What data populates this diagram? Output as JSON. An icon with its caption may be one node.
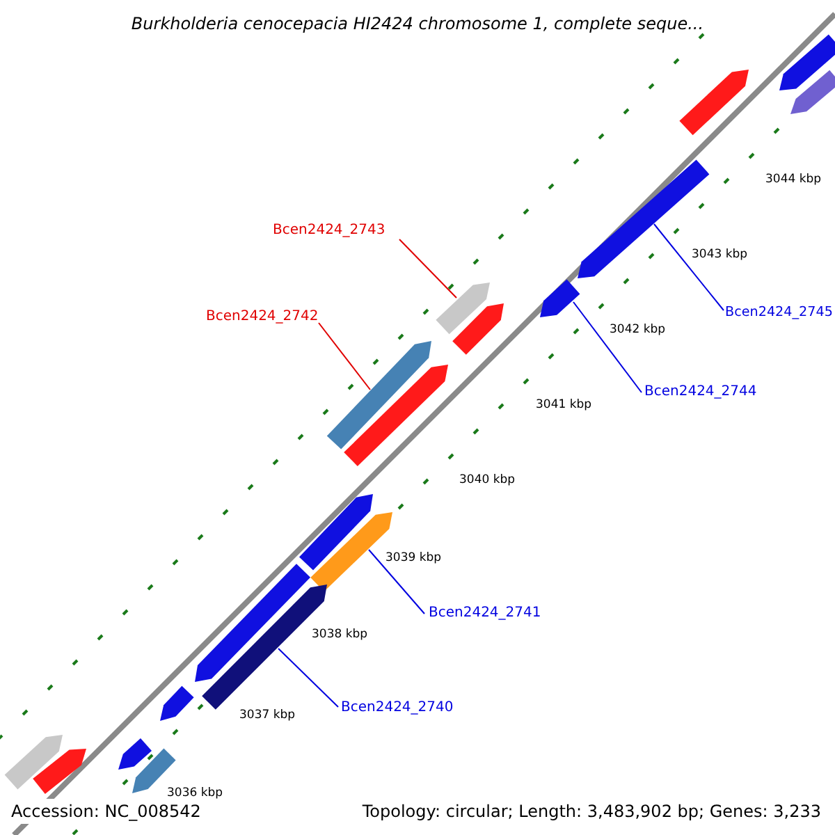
{
  "diagram": {
    "title": "Burkholderia cenocepacia HI2424 chromosome 1, complete seque...",
    "nodes": [
      {
        "text": [
          "Bcen2424_2743"
        ]
      },
      {
        "text": [],
        "shape": "bar"
      },
      {
        "text": [
          "Bcen2424_2742"
        ]
      },
      {
        "text": [],
        "shape": "bar"
      },
      {
        "text": [
          "Bcen2424_2745"
        ]
      },
      {
        "text": [],
        "shape": "bar"
      },
      {
        "text": [
          "Bcen2424_2744"
        ]
      },
      {
        "text": [],
        "shape": "bar"
      },
      {
        "text": [
          "Bcen2424_2741"
        ]
      },
      {
        "text": [],
        "shape": "bar"
      },
      {
        "text": [
          "Bcen2424_2740"
        ]
      },
      {
        "text": [],
        "shape": "bar"
      },
      {
        "text": [],
        "shape": "bar"
      },
      {
        "text": [],
        "shape": "bar"
      },
      {
        "text": [],
        "shape": "bar"
      },
      {
        "text": [],
        "shape": "bar"
      },
      {
        "text": [],
        "shape": "bar"
      },
      {
        "text": [],
        "shape": "bar"
      },
      {
        "text": [],
        "shape": "bar"
      },
      {
        "text": [],
        "shape": "bar"
      },
      {
        "text": [],
        "shape": "bar"
      },
      {
        "text": [],
        "shape": "bar"
      },
      {
        "text": [],
        "shape": "bar"
      },
      {
        "text": [],
        "shape": "bar"
      }
    ],
    "edges": [
      {
        "from": 0,
        "to": 1,
        "arrow": "none",
        "color": "#e00000"
      },
      {
        "from": 2,
        "to": 3,
        "arrow": "none",
        "color": "#e00000"
      },
      {
        "from": 4,
        "to": 5,
        "arrow": "none"
      },
      {
        "from": 6,
        "to": 7,
        "arrow": "none"
      },
      {
        "from": 8,
        "to": 9,
        "arrow": "none"
      },
      {
        "from": 10,
        "to": 11,
        "arrow": "none"
      }
    ],
    "labels": [
      "3044 kbp",
      "3043 kbp",
      "3042 kbp",
      "3041 kbp",
      "3040 kbp",
      "3039 kbp",
      "3038 kbp",
      "3037 kbp",
      "3036 kbp",
      "Accession: NC_008542",
      "Topology: circular; Length: 3,483,902 bp; Genes: 3,233"
    ]
  }
}
